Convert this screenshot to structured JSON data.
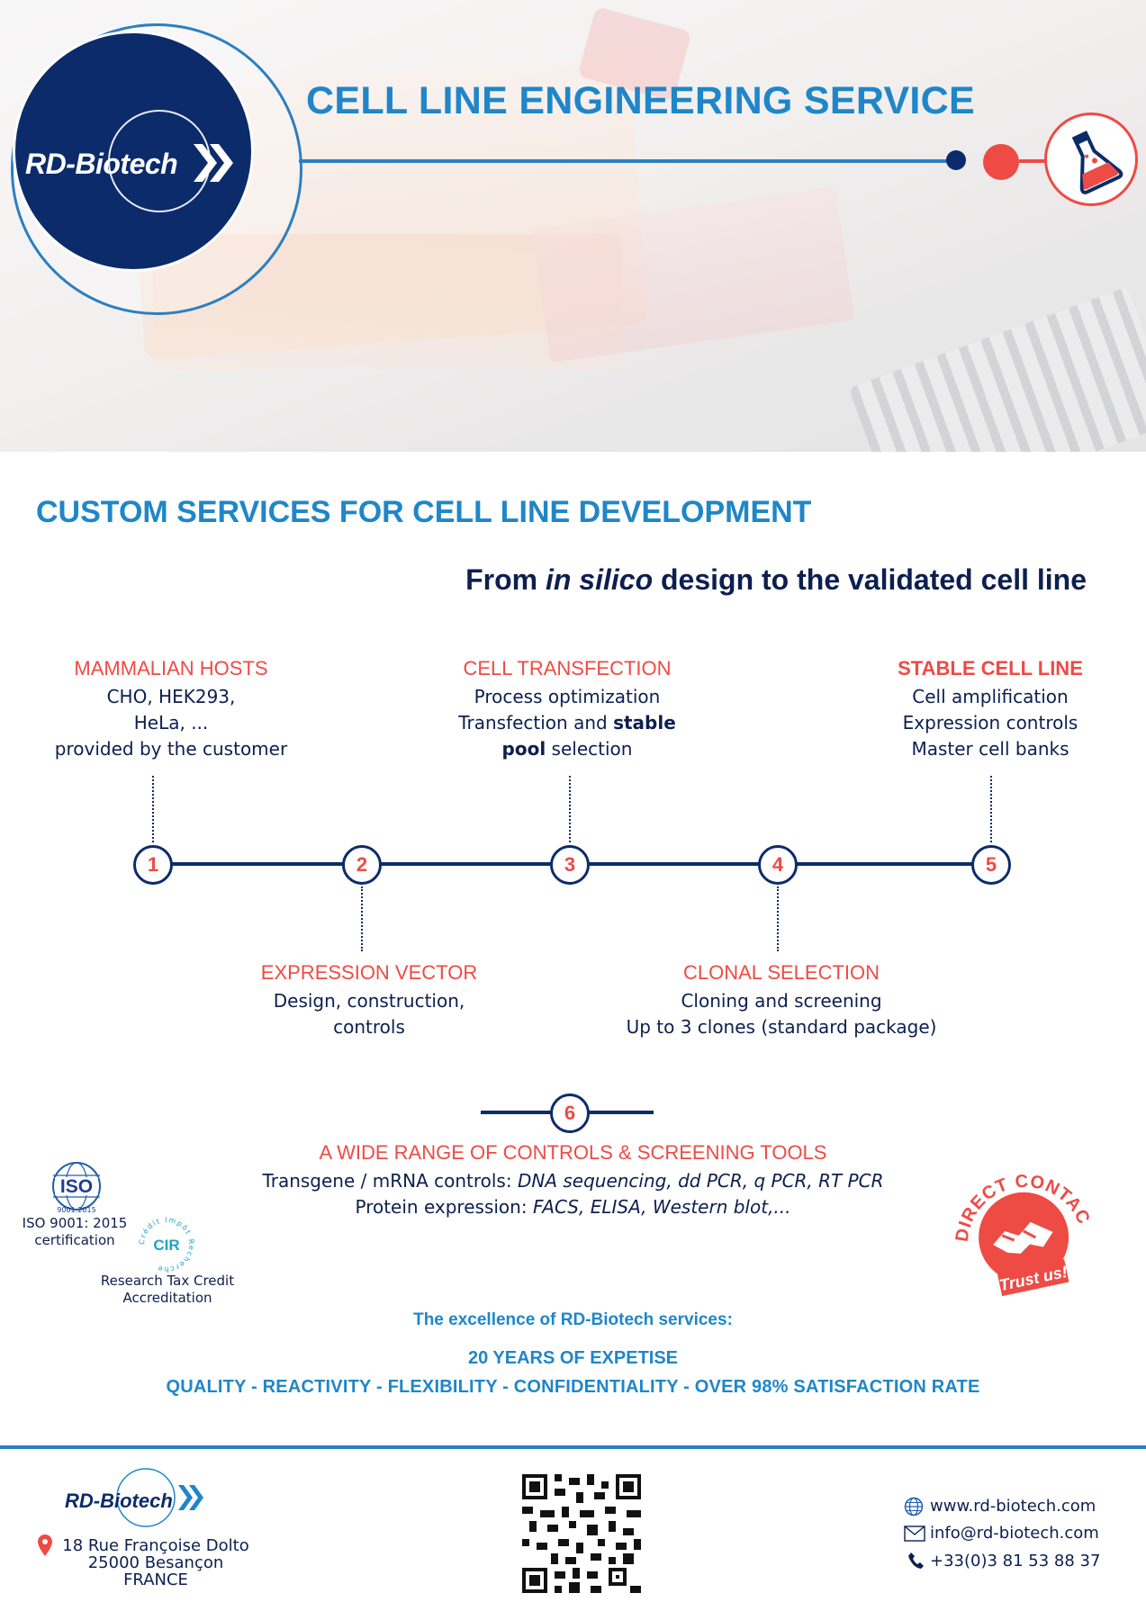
{
  "header": {
    "logo_text": "RD-Biotech",
    "title": "CELL LINE ENGINEERING SERVICE"
  },
  "section": {
    "title": "CUSTOM SERVICES FOR CELL LINE DEVELOPMENT",
    "tagline_prefix": "From ",
    "tagline_italic": "in silico",
    "tagline_suffix": " design to the validated cell line"
  },
  "steps": [
    {
      "number": "1",
      "title": "MAMMALIAN HOSTS",
      "lines": [
        "CHO, HEK293,",
        "HeLa, ...",
        "provided by the customer"
      ]
    },
    {
      "number": "2",
      "title": "EXPRESSION VECTOR",
      "lines": [
        "Design, construction,",
        "controls"
      ]
    },
    {
      "number": "3",
      "title": "CELL TRANSFECTION",
      "line1": "Process optimization",
      "line2_a": "Transfection and ",
      "line2_b": "stable",
      "line3_a": "pool",
      "line3_b": " selection"
    },
    {
      "number": "4",
      "title": "CLONAL SELECTION",
      "lines": [
        "Cloning and screening",
        "Up to 3 clones (standard package)"
      ]
    },
    {
      "number": "5",
      "title": "STABLE CELL LINE",
      "lines": [
        "Cell amplification",
        "Expression controls",
        "Master cell banks"
      ]
    },
    {
      "number": "6",
      "title": "A WIDE RANGE OF CONTROLS & SCREENING TOOLS",
      "transgene_label": "Transgene / mRNA controls: ",
      "transgene_items": "DNA sequencing, dd PCR, q PCR, RT PCR",
      "protein_label": "Protein expression: ",
      "protein_items": "FACS, ELISA, Western blot,..."
    }
  ],
  "certifications": {
    "iso_logo": "ISO",
    "iso_sub": "9001:2015",
    "iso_text_1": "ISO 9001: 2015",
    "iso_text_2": "certification",
    "cir_logo": "CIR",
    "cir_ring": "Crédit Impôt Recherche",
    "cir_text_1": "Research Tax Credit",
    "cir_text_2": "Accreditation"
  },
  "stamp": {
    "top": "A DIRECT CONTACT",
    "bottom": "Trust us!"
  },
  "excellence": {
    "intro": "The excellence of RD-Biotech services:",
    "expertise": "20 YEARS OF EXPETISE",
    "values": "QUALITY - REACTIVITY - FLEXIBILITY - CONFIDENTIALITY - OVER 98% SATISFACTION RATE"
  },
  "footer": {
    "logo_text": "RD-Biotech",
    "address_1": "18 Rue Françoise Dolto",
    "address_2": "25000 Besançon",
    "address_3": "FRANCE",
    "website": "www.rd-biotech.com",
    "email": "info@rd-biotech.com",
    "phone": "+33(0)3 81 53 88 37"
  },
  "colors": {
    "navy": "#0b2b6b",
    "blue": "#1f86c8",
    "red": "#ee4b45"
  }
}
